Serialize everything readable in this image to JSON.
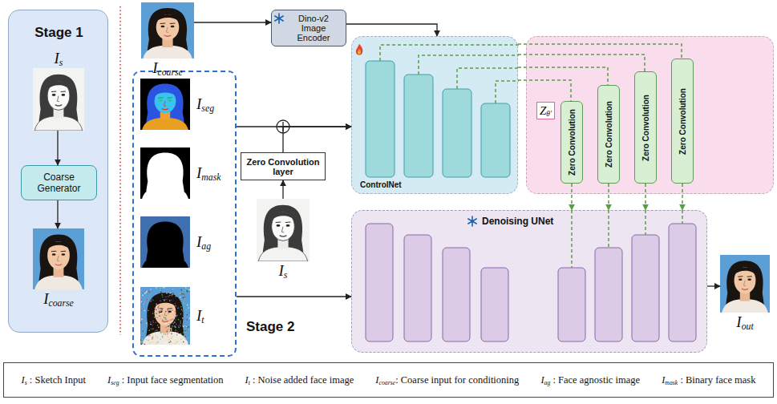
{
  "diagram": {
    "nodes": [
      {
        "text": [
          "Stage 1"
        ]
      },
      {
        "text": [
          "Is"
        ],
        "in": 0
      },
      {
        "text": [
          "Coarse Generator"
        ],
        "in": 0
      },
      {
        "text": [
          "Icoarse"
        ],
        "in": 0
      },
      {
        "text": [
          "Icoarse"
        ]
      },
      {
        "text": [
          "Dino-v2 Image Encoder"
        ]
      },
      {
        "text": [
          "Stage 2"
        ]
      },
      {
        "text": [
          "Iseg"
        ],
        "in": 6
      },
      {
        "text": [
          "Imask"
        ],
        "in": 6
      },
      {
        "text": [
          "Iag"
        ],
        "in": 6
      },
      {
        "text": [
          "It"
        ],
        "in": 6
      },
      {
        "text": [
          "Zero Convolution layer"
        ]
      },
      {
        "text": [
          "Is"
        ]
      },
      {
        "text": [
          "ControlNet"
        ]
      },
      {
        "text": [
          "Zθ′"
        ]
      },
      {
        "text": [
          "Zero Convolution"
        ],
        "in": 14
      },
      {
        "text": [
          "Zero Convolution"
        ],
        "in": 14
      },
      {
        "text": [
          "Zero Convolution"
        ],
        "in": 14
      },
      {
        "text": [
          "Zero Convolution"
        ],
        "in": 14
      },
      {
        "text": [
          "Denoising UNet"
        ]
      },
      {
        "text": [
          "Iout"
        ]
      },
      {
        "text": [
          "Is : Sketch Input",
          "Iseg : Input face segmentation",
          "It : Noise added face image",
          "Icoarse: Coarse input for conditioning",
          "Iag : Face agnostic image",
          "Imask : Binary face mask"
        ]
      }
    ],
    "edges": [
      {
        "from": 1,
        "to": 2,
        "arrow": "to"
      },
      {
        "from": 2,
        "to": 3,
        "arrow": "to"
      },
      {
        "from": 4,
        "to": 5,
        "arrow": "to"
      },
      {
        "from": 5,
        "to": 13,
        "arrow": "to"
      },
      {
        "from": 6,
        "to": 13,
        "arrow": "to"
      },
      {
        "from": 11,
        "to": 13,
        "arrow": "to"
      },
      {
        "from": 12,
        "to": 11,
        "arrow": "to"
      },
      {
        "from": 6,
        "to": 19,
        "arrow": "to"
      },
      {
        "from": 13,
        "to": 15,
        "arrow": "none"
      },
      {
        "from": 13,
        "to": 16,
        "arrow": "none"
      },
      {
        "from": 13,
        "to": 17,
        "arrow": "none"
      },
      {
        "from": 13,
        "to": 18,
        "arrow": "none"
      },
      {
        "from": 15,
        "to": 19,
        "arrow": "to"
      },
      {
        "from": 16,
        "to": 19,
        "arrow": "to"
      },
      {
        "from": 17,
        "to": 19,
        "arrow": "to"
      },
      {
        "from": 18,
        "to": 19,
        "arrow": "to"
      },
      {
        "from": 19,
        "to": 20,
        "arrow": "to"
      }
    ]
  }
}
